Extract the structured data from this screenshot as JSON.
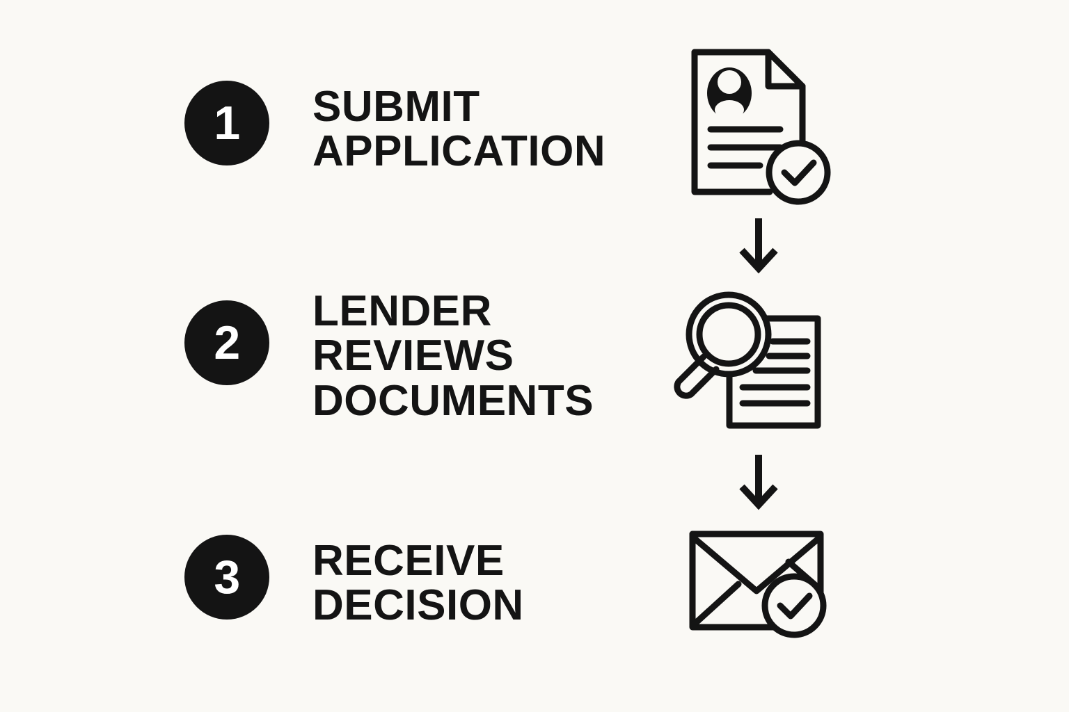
{
  "background_color": "#faf9f5",
  "ink_color": "#141414",
  "diagram": {
    "type": "process-flow",
    "orientation": "vertical",
    "step_count": 3,
    "steps": [
      {
        "number": "1",
        "label": "SUBMIT\nAPPLICATION",
        "icon": "document-profile-check-icon"
      },
      {
        "number": "2",
        "label": "LENDER\nREVIEWS\nDOCUMENTS",
        "icon": "magnifier-document-icon"
      },
      {
        "number": "3",
        "label": "RECEIVE\nDECISION",
        "icon": "envelope-check-icon"
      }
    ],
    "connectors": [
      {
        "name": "arrow-step1-to-step2",
        "direction": "down"
      },
      {
        "name": "arrow-step2-to-step3",
        "direction": "down"
      }
    ]
  }
}
